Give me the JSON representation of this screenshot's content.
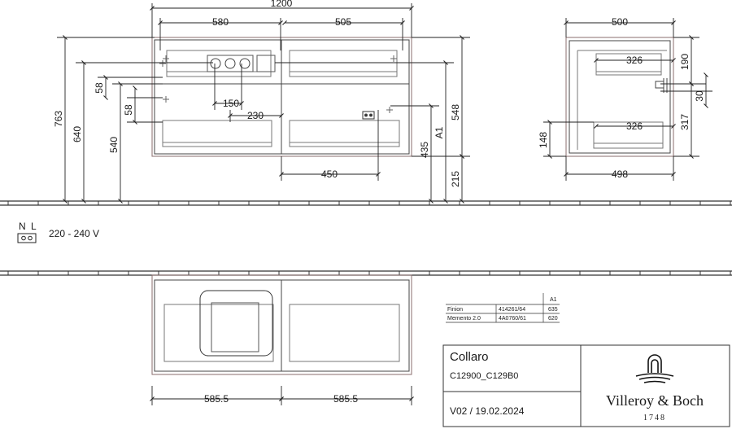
{
  "front_view": {
    "width_total": "1200",
    "width_left": "580",
    "width_right": "505",
    "height_total": "763",
    "height_640": "640",
    "height_540": "540",
    "dim_58_upper": "58",
    "dim_58_lower": "58",
    "dim_150": "150",
    "dim_230": "230",
    "dim_450": "450",
    "dim_435": "435",
    "dim_A1": "A1",
    "dim_548": "548",
    "dim_215": "215"
  },
  "side_view": {
    "width_top": "500",
    "width_bottom": "498",
    "depth_326_upper": "326",
    "depth_326_lower": "326",
    "dim_190": "190",
    "dim_30": "30",
    "dim_317": "317",
    "dim_148": "148"
  },
  "power": {
    "label_n": "N",
    "label_l": "L",
    "voltage": "220 - 240 V"
  },
  "plan_view": {
    "dim_left": "585.5",
    "dim_right": "585.5"
  },
  "table": {
    "header": "A1",
    "rows": [
      {
        "name": "Finion",
        "code": "414261/64",
        "value": "635"
      },
      {
        "name": "Memento 2.0",
        "code": "4A0760/61",
        "value": "620"
      }
    ]
  },
  "title_block": {
    "product": "Collaro",
    "code": "C12900_C129B0",
    "version": "V02 / 19.02.2024",
    "brand": "Villeroy & Boch",
    "year": "1748"
  }
}
